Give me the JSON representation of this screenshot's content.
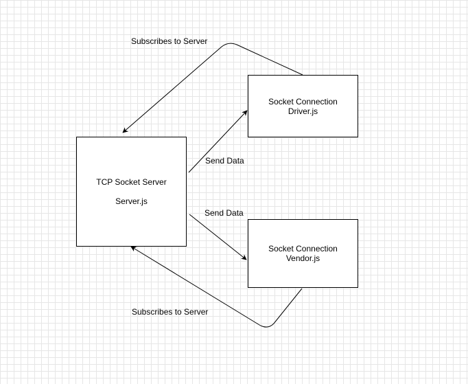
{
  "nodes": {
    "server": {
      "line1": "TCP Socket Server",
      "line2": "Server.js"
    },
    "driver": {
      "line1": "Socket Connection",
      "line2": "Driver.js"
    },
    "vendor": {
      "line1": "Socket Connection",
      "line2": "Vendor.js"
    }
  },
  "edges": {
    "driver_subscribe": "Subscribes to Server",
    "server_to_driver": "Send Data",
    "server_to_vendor": "Send Data",
    "vendor_subscribe": "Subscribes to Server"
  },
  "colors": {
    "line": "#000000",
    "grid": "#e6e6e6",
    "box_fill": "#ffffff"
  }
}
